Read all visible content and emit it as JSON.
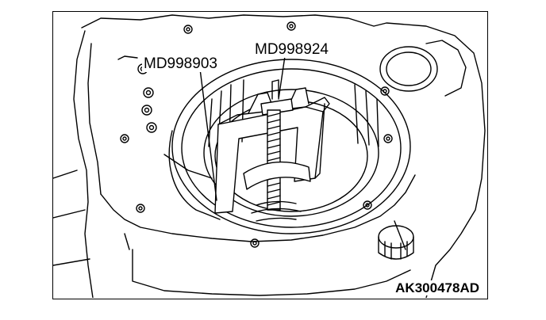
{
  "figure": {
    "callouts": {
      "md998903": "MD998903",
      "md998924": "MD998924"
    },
    "code": "AK300478AD"
  }
}
